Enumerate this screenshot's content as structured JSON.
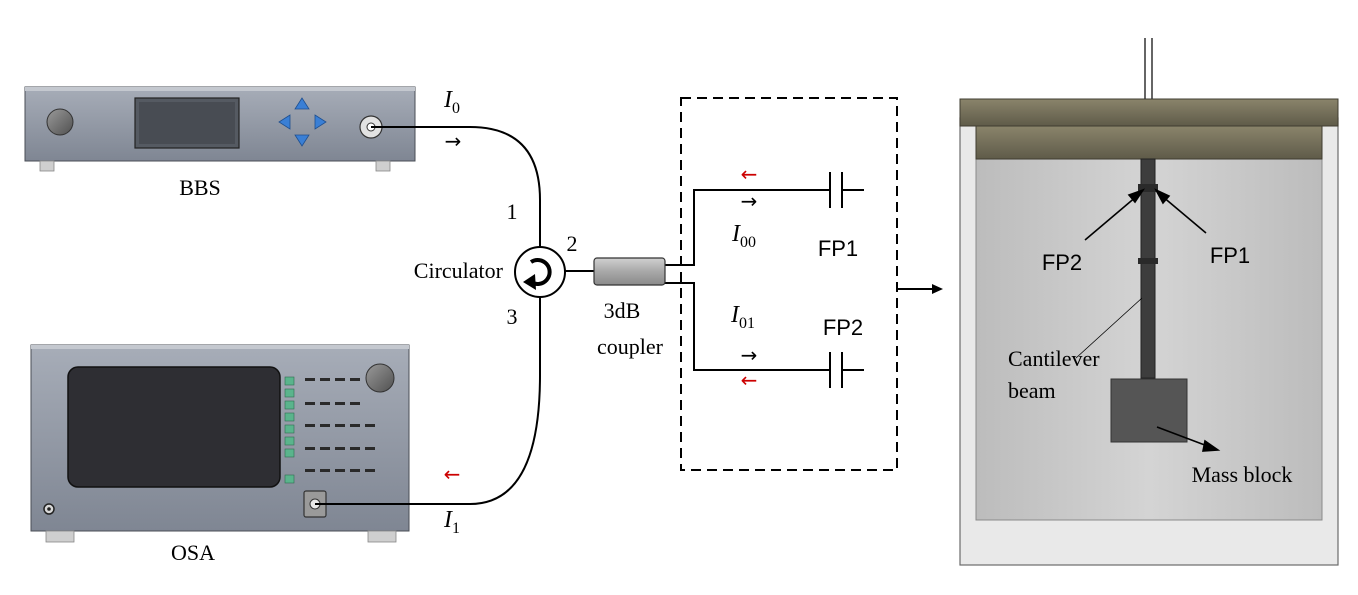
{
  "devices": {
    "bbs": "BBS",
    "osa": "OSA",
    "circulator": "Circulator",
    "coupler_line1": "3dB",
    "coupler_line2": "coupler"
  },
  "ports": {
    "p1": "1",
    "p2": "2",
    "p3": "3"
  },
  "signals": {
    "i0": {
      "base": "I",
      "sub": "0"
    },
    "i1": {
      "base": "I",
      "sub": "1"
    },
    "i00": {
      "base": "I",
      "sub": "00"
    },
    "i01": {
      "base": "I",
      "sub": "01"
    }
  },
  "sensors": {
    "fp1": "FP1",
    "fp2": "FP2"
  },
  "package": {
    "fp1": "FP1",
    "fp2": "FP2",
    "cantilever_line1": "Cantilever",
    "cantilever_line2": "beam",
    "mass_block": "Mass block"
  },
  "arrows": {
    "right": "→",
    "left": "←"
  },
  "colors": {
    "red_arrow": "#cc0000",
    "panel_gray": "#8e95a3",
    "lid": "#6f6a55",
    "housing": "#e9e9e9",
    "chamber": "#c9c9c9",
    "mass_block": "#555555",
    "button_blue": "#3a7fd5",
    "key_green": "#5ab48c"
  }
}
